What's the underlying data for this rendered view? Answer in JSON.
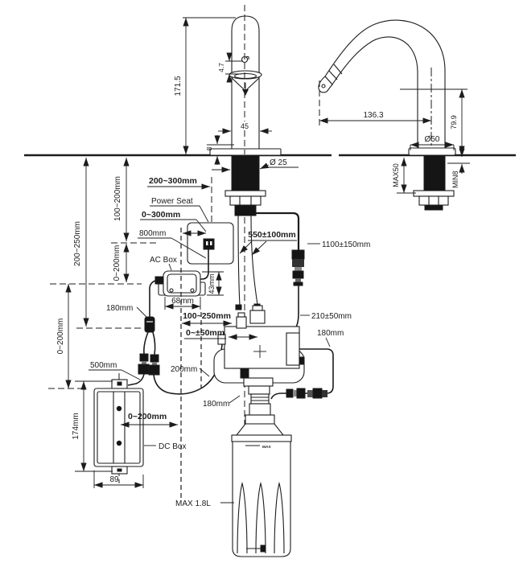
{
  "colors": {
    "ink": "#1c1c1c",
    "paper": "#ffffff"
  },
  "soap_dispenser": {
    "height": "171.5",
    "sensor_window": "4.7",
    "body_width": "45",
    "flange_thickness": "8",
    "shank_diameter": "Ø 25"
  },
  "faucet": {
    "spout_reach": "136.3",
    "outlet_height": "79.9",
    "flange_diameter": "Ø50",
    "deck_max_thickness": "MAX50",
    "deck_min_thickness": "MIN8"
  },
  "power": {
    "seat_label": "Power Seat",
    "seat_distance": "200~300mm",
    "seat_adjust": "0~300mm",
    "cord": "800mm",
    "ac_box": {
      "label": "AC Box",
      "width": "68mm",
      "height": "43mm"
    },
    "dc_box": {
      "label": "DC Box",
      "height": "174mm",
      "width": "89",
      "offset": "0~200mm",
      "cable": "500mm"
    }
  },
  "cables": {
    "splitter": "180mm",
    "pump": "200mm",
    "sensor": "550±100mm",
    "main": "1100±150mm",
    "valve": "210±50mm",
    "loop": "180mm",
    "cap": "180mm"
  },
  "mounting": {
    "deck_to_valve": "200~250mm",
    "deck_to_shelf": "100~200mm",
    "shelf_adjust": "0~200mm",
    "left_drop": "0~200mm",
    "valve_horizontal": "100~250mm",
    "center_adjust": "0~±50mm"
  },
  "bottle": {
    "capacity": "MAX 1.8L",
    "fill_line": "MAX"
  }
}
